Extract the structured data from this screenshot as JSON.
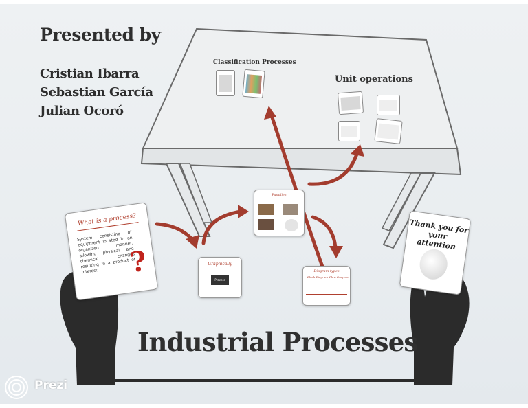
{
  "presented_by": "Presented by",
  "presenters": [
    "Cristian Ibarra",
    "Sebastian García",
    "Julian Ocoró"
  ],
  "title": "Industrial Processes",
  "table_labels": {
    "classification": "Classification Processes",
    "unit_operations": "Unit operations"
  },
  "cards": {
    "what_is_process": {
      "title": "What is a process?",
      "text": "System consisting of equipment located in an organized manner, allowing physical and chemical changes resulting in a product of interest."
    },
    "graphically": {
      "title": "Graphically",
      "box_label": "Process"
    },
    "families": {
      "title": "Families"
    },
    "diagram_types": {
      "title": "Diagram types",
      "col1": "Block Diagram",
      "col2": "Flow Diagram"
    },
    "thank_you": {
      "text": "Thank you for your attention"
    }
  },
  "brand": {
    "name": "Prezi"
  },
  "colors": {
    "arrow": "#a33c2e",
    "hand": "#2b2b2b",
    "text": "#2e2e2e"
  }
}
